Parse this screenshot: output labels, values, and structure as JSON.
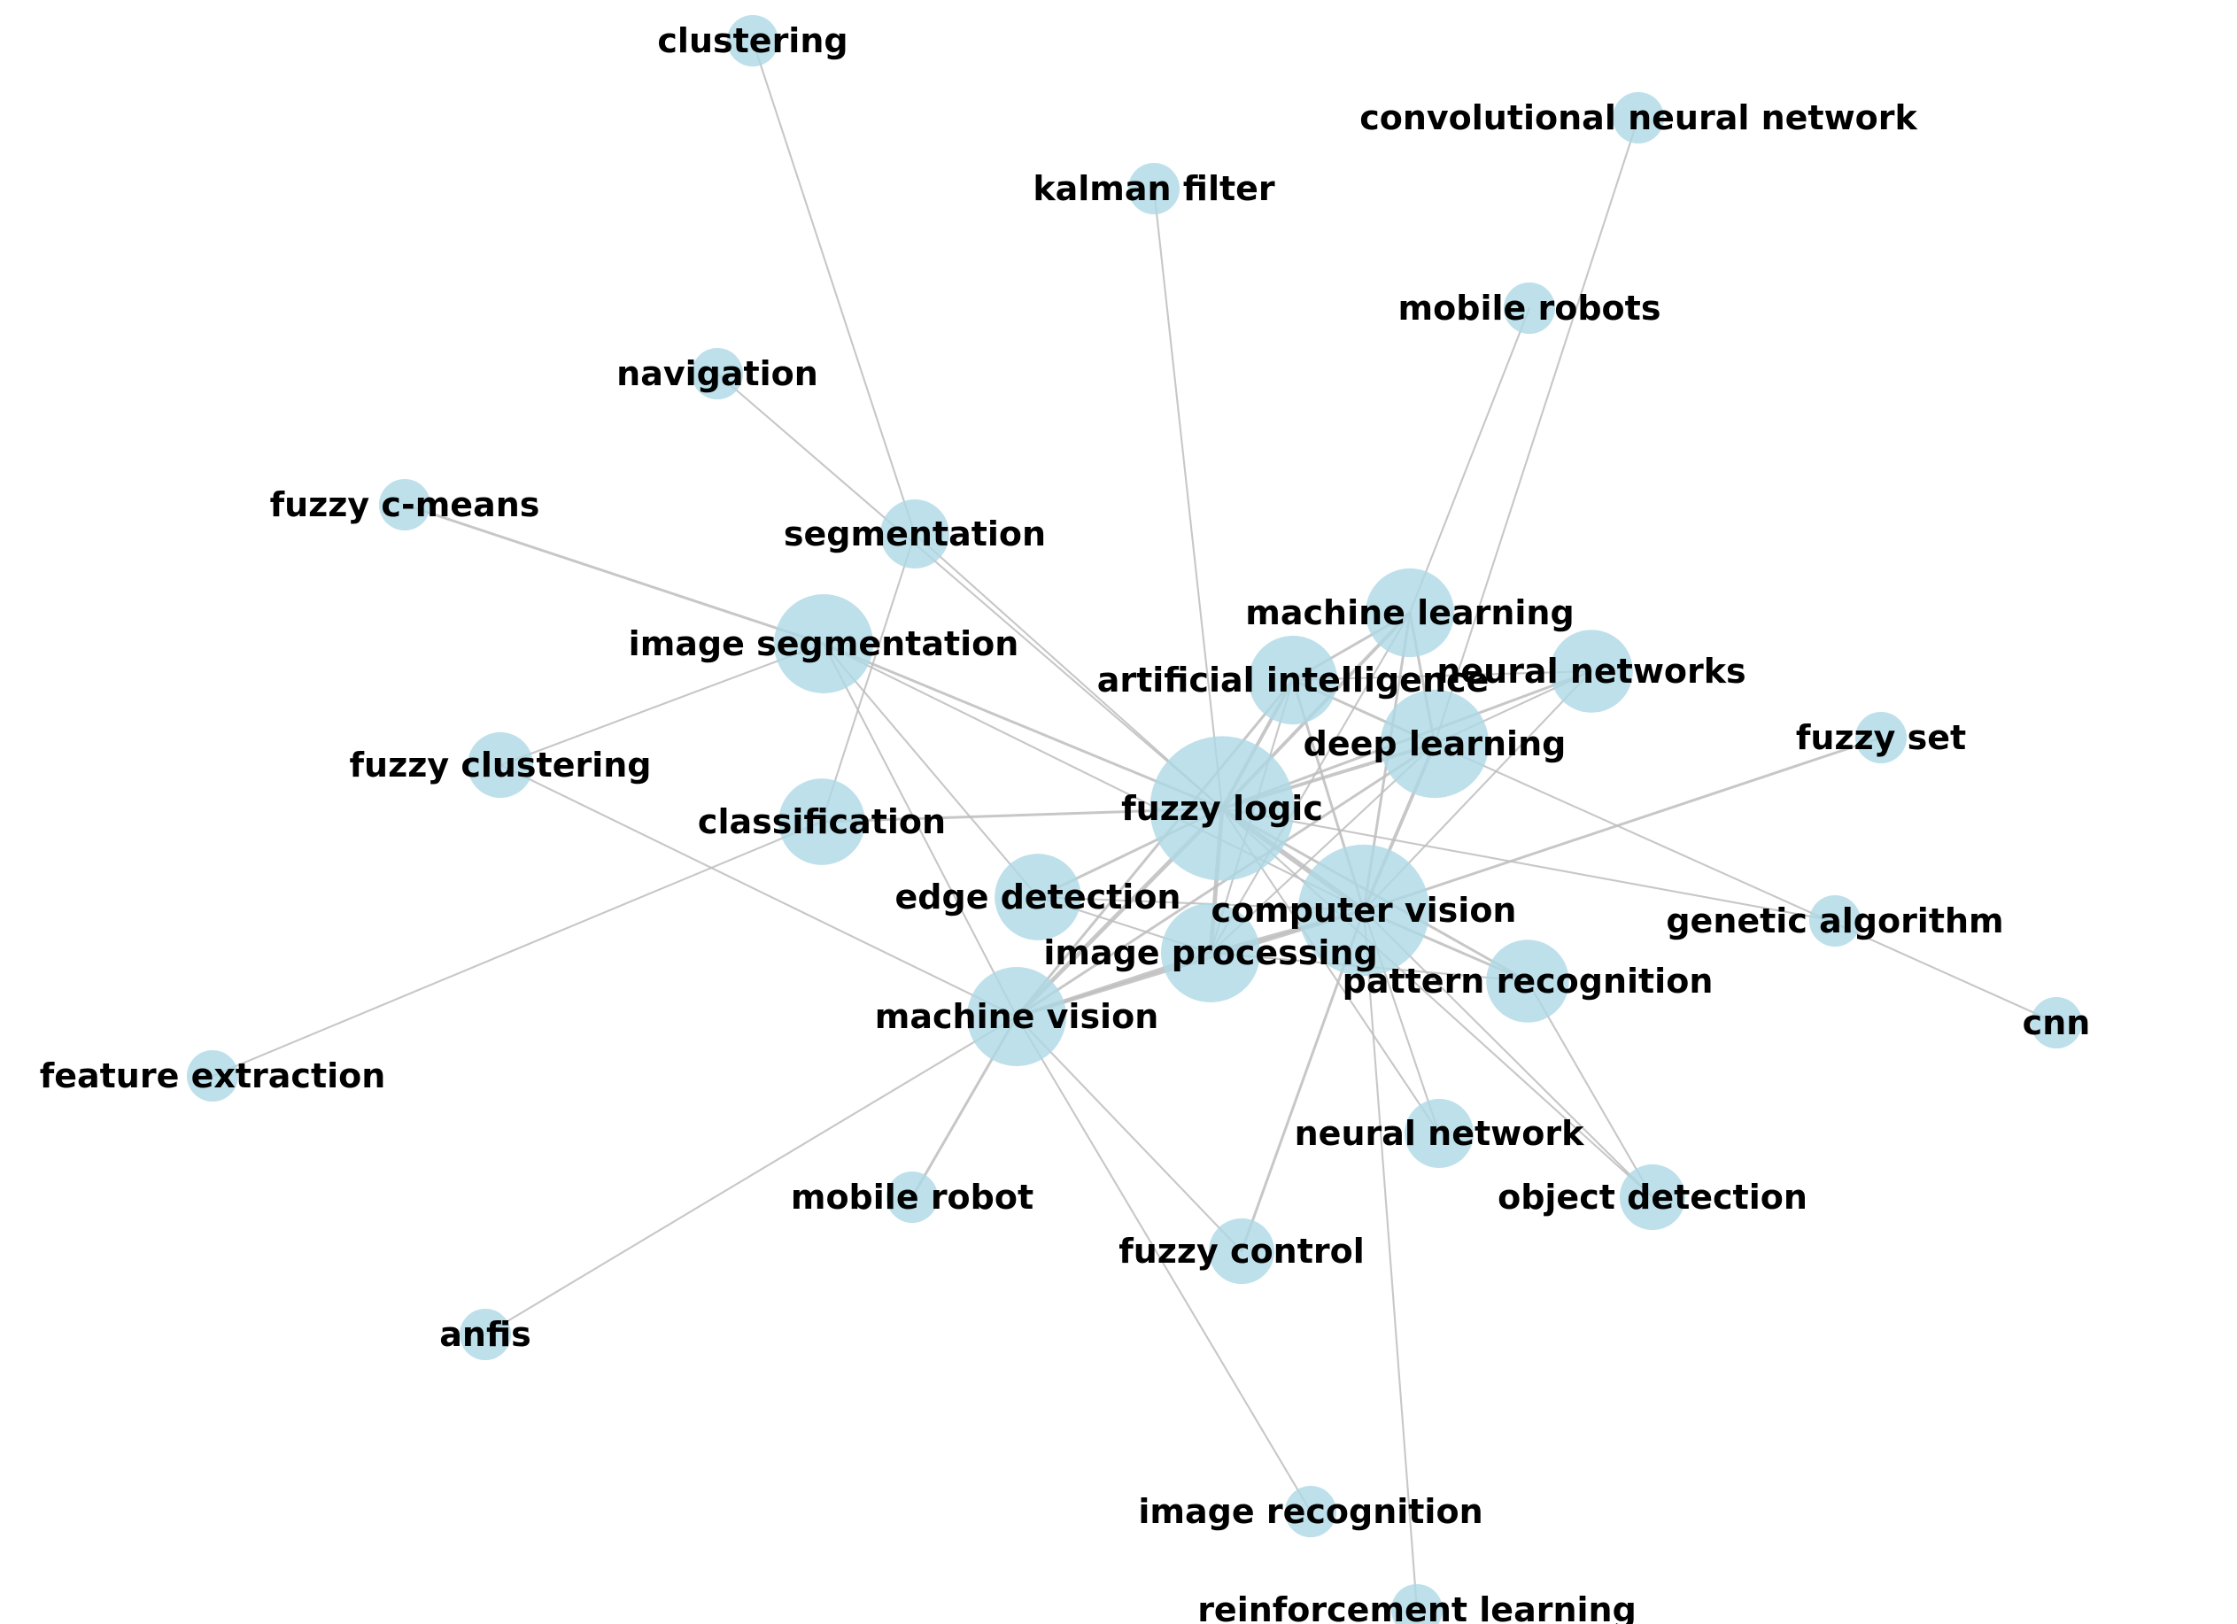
{
  "colors": {
    "node_fill": "#add8e6",
    "edge": "#bdbdbd",
    "label": "#000000",
    "background": "#ffffff"
  },
  "nodes": [
    {
      "id": "fuzzy_logic",
      "label": "fuzzy logic",
      "weight": 10
    },
    {
      "id": "computer_vision",
      "label": "computer vision",
      "weight": 8
    },
    {
      "id": "deep_learning",
      "label": "deep learning",
      "weight": 5
    },
    {
      "id": "image_segmentation",
      "label": "image segmentation",
      "weight": 4
    },
    {
      "id": "machine_vision",
      "label": "machine vision",
      "weight": 4
    },
    {
      "id": "image_processing",
      "label": "image processing",
      "weight": 4
    },
    {
      "id": "artificial_intelligence",
      "label": "artificial intelligence",
      "weight": 3
    },
    {
      "id": "machine_learning",
      "label": "machine learning",
      "weight": 3
    },
    {
      "id": "neural_networks",
      "label": "neural networks",
      "weight": 2.5
    },
    {
      "id": "classification",
      "label": "classification",
      "weight": 2.8
    },
    {
      "id": "edge_detection",
      "label": "edge detection",
      "weight": 2.8
    },
    {
      "id": "pattern_recognition",
      "label": "pattern recognition",
      "weight": 2.5
    },
    {
      "id": "segmentation",
      "label": "segmentation",
      "weight": 1.5
    },
    {
      "id": "neural_network",
      "label": "neural network",
      "weight": 1.5
    },
    {
      "id": "fuzzy_control",
      "label": "fuzzy control",
      "weight": 1.3
    },
    {
      "id": "object_detection",
      "label": "object detection",
      "weight": 1.3
    },
    {
      "id": "fuzzy_clustering",
      "label": "fuzzy clustering",
      "weight": 1.3
    },
    {
      "id": "clustering",
      "label": "clustering",
      "weight": 0.6
    },
    {
      "id": "convolutional_neural_network",
      "label": "convolutional neural network",
      "weight": 0.6
    },
    {
      "id": "kalman_filter",
      "label": "kalman filter",
      "weight": 0.6
    },
    {
      "id": "mobile_robots",
      "label": "mobile robots",
      "weight": 0.6
    },
    {
      "id": "navigation",
      "label": "navigation",
      "weight": 0.6
    },
    {
      "id": "fuzzy_c_means",
      "label": "fuzzy c-means",
      "weight": 0.6
    },
    {
      "id": "fuzzy_set",
      "label": "fuzzy set",
      "weight": 0.6
    },
    {
      "id": "genetic_algorithm",
      "label": "genetic algorithm",
      "weight": 0.6
    },
    {
      "id": "cnn",
      "label": "cnn",
      "weight": 0.6
    },
    {
      "id": "feature_extraction",
      "label": "feature extraction",
      "weight": 0.6
    },
    {
      "id": "mobile_robot",
      "label": "mobile robot",
      "weight": 0.6
    },
    {
      "id": "anfis",
      "label": "anfis",
      "weight": 0.6
    },
    {
      "id": "image_recognition",
      "label": "image recognition",
      "weight": 0.6
    },
    {
      "id": "reinforcement_learning",
      "label": "reinforcement learning",
      "weight": 0.6
    }
  ],
  "edges": [
    {
      "source": "fuzzy_logic",
      "target": "computer_vision",
      "weight": 5
    },
    {
      "source": "fuzzy_logic",
      "target": "image_processing",
      "weight": 4
    },
    {
      "source": "fuzzy_logic",
      "target": "machine_vision",
      "weight": 4
    },
    {
      "source": "fuzzy_logic",
      "target": "deep_learning",
      "weight": 3
    },
    {
      "source": "fuzzy_logic",
      "target": "artificial_intelligence",
      "weight": 3
    },
    {
      "source": "fuzzy_logic",
      "target": "machine_learning",
      "weight": 3
    },
    {
      "source": "fuzzy_logic",
      "target": "image_segmentation",
      "weight": 2
    },
    {
      "source": "fuzzy_logic",
      "target": "classification",
      "weight": 2
    },
    {
      "source": "fuzzy_logic",
      "target": "edge_detection",
      "weight": 2
    },
    {
      "source": "fuzzy_logic",
      "target": "pattern_recognition",
      "weight": 2
    },
    {
      "source": "fuzzy_logic",
      "target": "neural_networks",
      "weight": 2
    },
    {
      "source": "fuzzy_logic",
      "target": "neural_network",
      "weight": 1
    },
    {
      "source": "fuzzy_logic",
      "target": "object_detection",
      "weight": 1
    },
    {
      "source": "fuzzy_logic",
      "target": "kalman_filter",
      "weight": 1
    },
    {
      "source": "fuzzy_logic",
      "target": "segmentation",
      "weight": 1
    },
    {
      "source": "fuzzy_logic",
      "target": "genetic_algorithm",
      "weight": 1
    },
    {
      "source": "fuzzy_logic",
      "target": "navigation",
      "weight": 1
    },
    {
      "source": "computer_vision",
      "target": "deep_learning",
      "weight": 3
    },
    {
      "source": "computer_vision",
      "target": "artificial_intelligence",
      "weight": 2
    },
    {
      "source": "computer_vision",
      "target": "machine_learning",
      "weight": 2
    },
    {
      "source": "computer_vision",
      "target": "image_processing",
      "weight": 3
    },
    {
      "source": "computer_vision",
      "target": "machine_vision",
      "weight": 3
    },
    {
      "source": "computer_vision",
      "target": "pattern_recognition",
      "weight": 2
    },
    {
      "source": "computer_vision",
      "target": "neural_network",
      "weight": 1
    },
    {
      "source": "computer_vision",
      "target": "fuzzy_control",
      "weight": 2
    },
    {
      "source": "computer_vision",
      "target": "object_detection",
      "weight": 1
    },
    {
      "source": "computer_vision",
      "target": "fuzzy_set",
      "weight": 2
    },
    {
      "source": "computer_vision",
      "target": "edge_detection",
      "weight": 1
    },
    {
      "source": "computer_vision",
      "target": "image_segmentation",
      "weight": 1
    },
    {
      "source": "computer_vision",
      "target": "neural_networks",
      "weight": 1
    },
    {
      "source": "computer_vision",
      "target": "reinforcement_learning",
      "weight": 1
    },
    {
      "source": "deep_learning",
      "target": "machine_learning",
      "weight": 2
    },
    {
      "source": "deep_learning",
      "target": "artificial_intelligence",
      "weight": 2
    },
    {
      "source": "deep_learning",
      "target": "neural_networks",
      "weight": 1
    },
    {
      "source": "deep_learning",
      "target": "machine_vision",
      "weight": 2
    },
    {
      "source": "deep_learning",
      "target": "image_processing",
      "weight": 1
    },
    {
      "source": "deep_learning",
      "target": "cnn",
      "weight": 1
    },
    {
      "source": "deep_learning",
      "target": "convolutional_neural_network",
      "weight": 1
    },
    {
      "source": "machine_learning",
      "target": "artificial_intelligence",
      "weight": 2
    },
    {
      "source": "machine_learning",
      "target": "mobile_robots",
      "weight": 1
    },
    {
      "source": "machine_learning",
      "target": "image_processing",
      "weight": 1
    },
    {
      "source": "artificial_intelligence",
      "target": "machine_vision",
      "weight": 2
    },
    {
      "source": "artificial_intelligence",
      "target": "image_processing",
      "weight": 1
    },
    {
      "source": "artificial_intelligence",
      "target": "neural_networks",
      "weight": 1
    },
    {
      "source": "image_segmentation",
      "target": "fuzzy_c_means",
      "weight": 2
    },
    {
      "source": "image_segmentation",
      "target": "fuzzy_clustering",
      "weight": 1
    },
    {
      "source": "image_segmentation",
      "target": "edge_detection",
      "weight": 1
    },
    {
      "source": "image_segmentation",
      "target": "machine_vision",
      "weight": 1
    },
    {
      "source": "segmentation",
      "target": "clustering",
      "weight": 1
    },
    {
      "source": "segmentation",
      "target": "classification",
      "weight": 1
    },
    {
      "source": "classification",
      "target": "feature_extraction",
      "weight": 1
    },
    {
      "source": "machine_vision",
      "target": "mobile_robot",
      "weight": 2
    },
    {
      "source": "machine_vision",
      "target": "anfis",
      "weight": 1
    },
    {
      "source": "machine_vision",
      "target": "fuzzy_clustering",
      "weight": 1
    },
    {
      "source": "machine_vision",
      "target": "image_recognition",
      "weight": 1
    },
    {
      "source": "machine_vision",
      "target": "fuzzy_control",
      "weight": 1
    },
    {
      "source": "machine_vision",
      "target": "image_processing",
      "weight": 3
    },
    {
      "source": "image_processing",
      "target": "edge_detection",
      "weight": 1
    },
    {
      "source": "image_processing",
      "target": "pattern_recognition",
      "weight": 1
    },
    {
      "source": "pattern_recognition",
      "target": "object_detection",
      "weight": 1
    }
  ]
}
